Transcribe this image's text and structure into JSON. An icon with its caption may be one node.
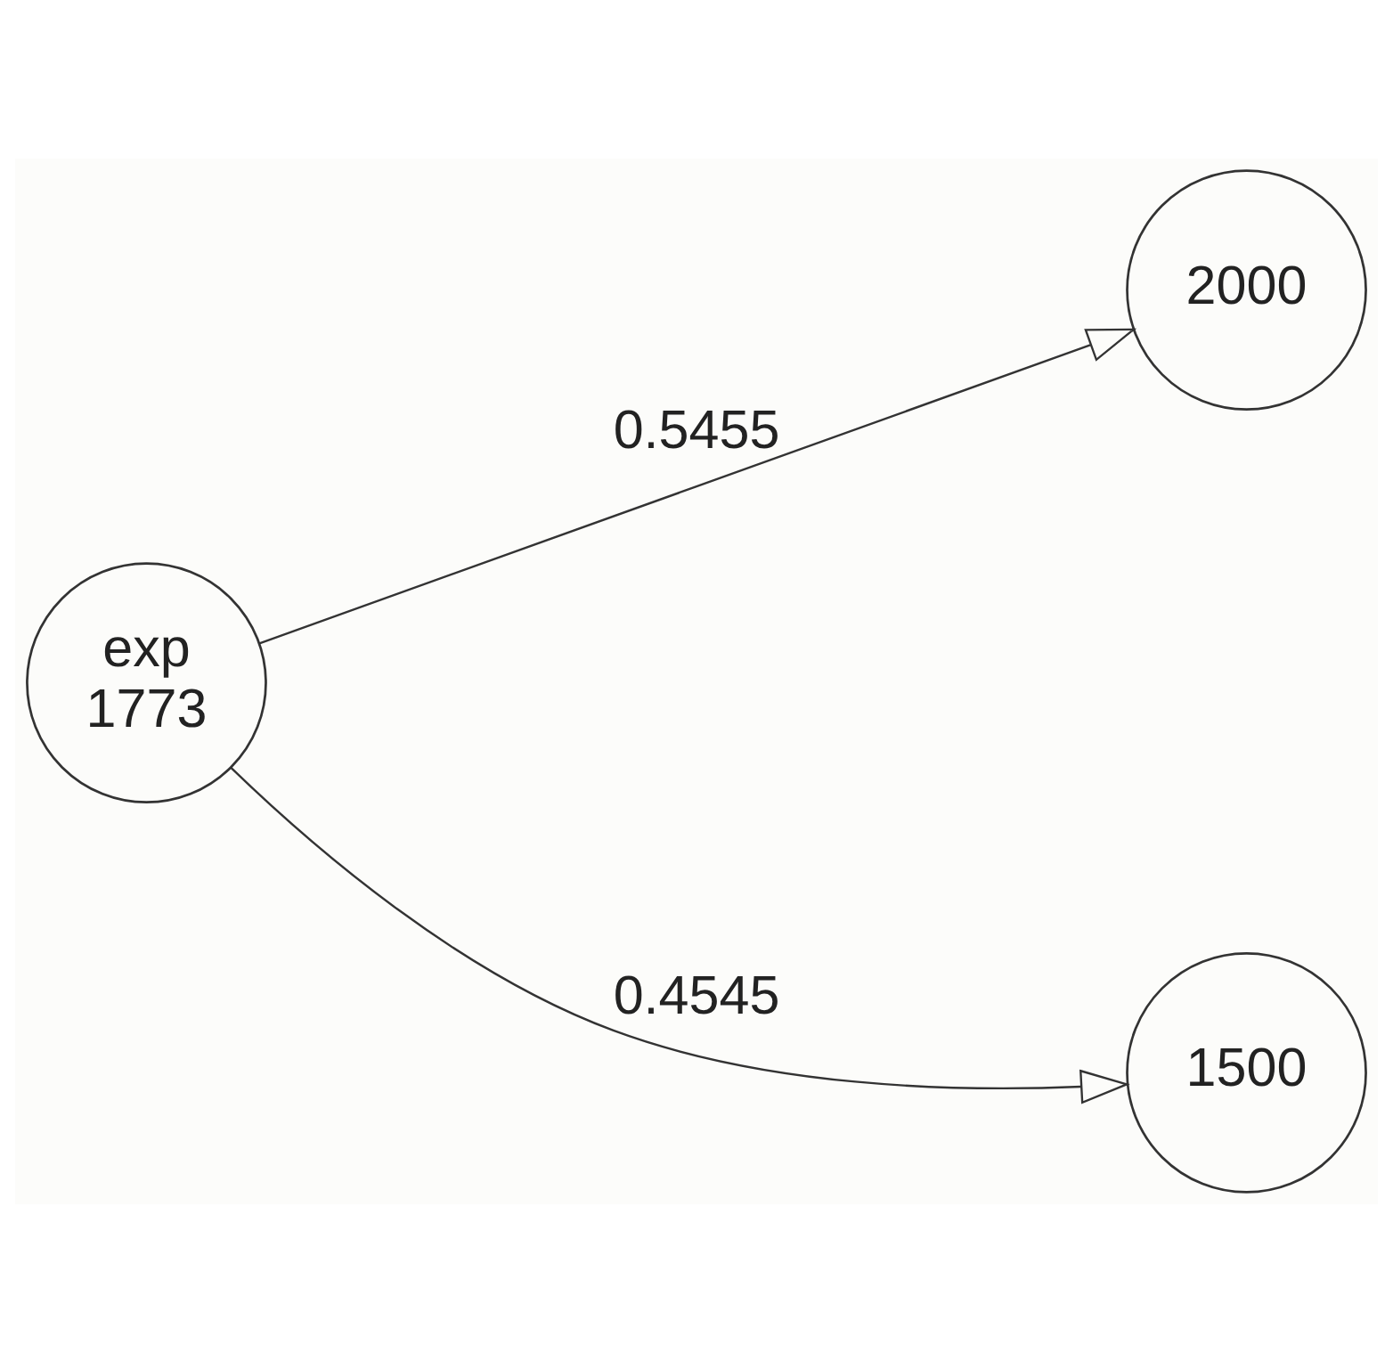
{
  "diagram": {
    "nodes": [
      {
        "text": [
          "exp",
          "1773"
        ]
      },
      {
        "text": [
          "2000"
        ]
      },
      {
        "text": [
          "1500"
        ]
      }
    ],
    "edges": [
      {
        "from": 0,
        "to": 1,
        "arrow": "to",
        "label": "0.5455"
      },
      {
        "from": 0,
        "to": 2,
        "arrow": "to",
        "label": "0.4545"
      }
    ]
  }
}
